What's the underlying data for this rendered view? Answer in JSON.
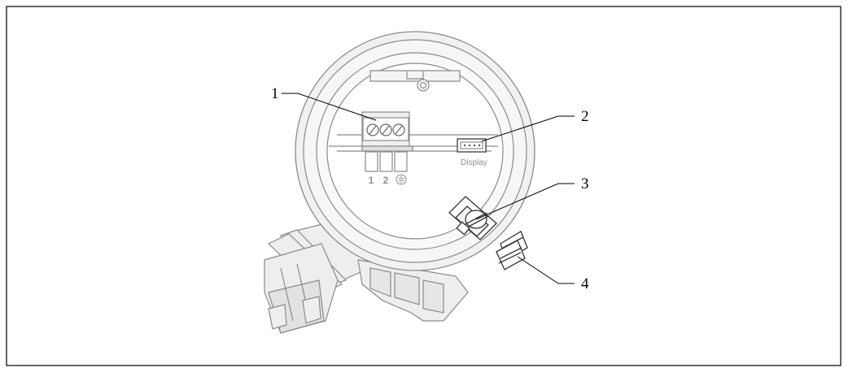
{
  "figure": {
    "callouts": [
      {
        "id": "1",
        "label": "1"
      },
      {
        "id": "2",
        "label": "2"
      },
      {
        "id": "3",
        "label": "3"
      },
      {
        "id": "4",
        "label": "4"
      }
    ],
    "terminal_labels": [
      "1",
      "2"
    ],
    "display_connector_label": "Display",
    "colors": {
      "frame": "#000000",
      "line": "#8a8a8a",
      "fill": "#eeeeee",
      "fill_dark": "#d6d6d6",
      "leader": "#000000",
      "label_gray": "#8e8e8e"
    }
  }
}
